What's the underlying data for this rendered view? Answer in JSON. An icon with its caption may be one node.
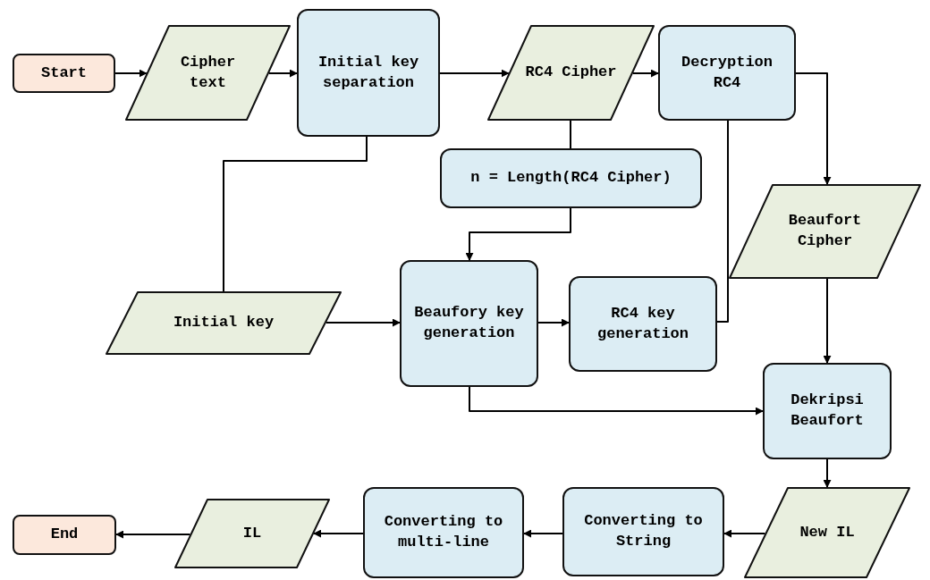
{
  "diagram": {
    "nodes": [
      {
        "text": [
          "Start"
        ]
      },
      {
        "text": [
          "Cipher text"
        ]
      },
      {
        "text": [
          "Initial key separation"
        ]
      },
      {
        "text": [
          "RC4 Cipher"
        ]
      },
      {
        "text": [
          "Decryption RC4"
        ]
      },
      {
        "text": [
          "n = Length(RC4 Cipher)"
        ]
      },
      {
        "text": [
          "Beaufort Cipher"
        ]
      },
      {
        "text": [
          "Initial key"
        ]
      },
      {
        "text": [
          "Beaufory key generation"
        ]
      },
      {
        "text": [
          "RC4 key generation"
        ]
      },
      {
        "text": [
          "Dekripsi Beaufort"
        ]
      },
      {
        "text": [
          "New IL"
        ]
      },
      {
        "text": [
          "Converting to String"
        ]
      },
      {
        "text": [
          "Converting to multi-line"
        ]
      },
      {
        "text": [
          "IL"
        ]
      },
      {
        "text": [
          "End"
        ]
      }
    ],
    "edges": [
      {
        "from": 0,
        "to": 1,
        "arrow": "to"
      },
      {
        "from": 1,
        "to": 2,
        "arrow": "to"
      },
      {
        "from": 2,
        "to": 3,
        "arrow": "to"
      },
      {
        "from": 3,
        "to": 4,
        "arrow": "to"
      },
      {
        "from": 4,
        "to": 6,
        "arrow": "to"
      },
      {
        "from": 2,
        "to": 7,
        "arrow": "none"
      },
      {
        "from": 3,
        "to": 5,
        "arrow": "none"
      },
      {
        "from": 5,
        "to": 8,
        "arrow": "to"
      },
      {
        "from": 7,
        "to": 8,
        "arrow": "to"
      },
      {
        "from": 8,
        "to": 9,
        "arrow": "to"
      },
      {
        "from": 9,
        "to": 4,
        "arrow": "none"
      },
      {
        "from": 6,
        "to": 10,
        "arrow": "to"
      },
      {
        "from": 8,
        "to": 10,
        "arrow": "to"
      },
      {
        "from": 10,
        "to": 11,
        "arrow": "to"
      },
      {
        "from": 11,
        "to": 12,
        "arrow": "to"
      },
      {
        "from": 12,
        "to": 13,
        "arrow": "to"
      },
      {
        "from": 13,
        "to": 14,
        "arrow": "to"
      },
      {
        "from": 14,
        "to": 15,
        "arrow": "to"
      }
    ]
  }
}
